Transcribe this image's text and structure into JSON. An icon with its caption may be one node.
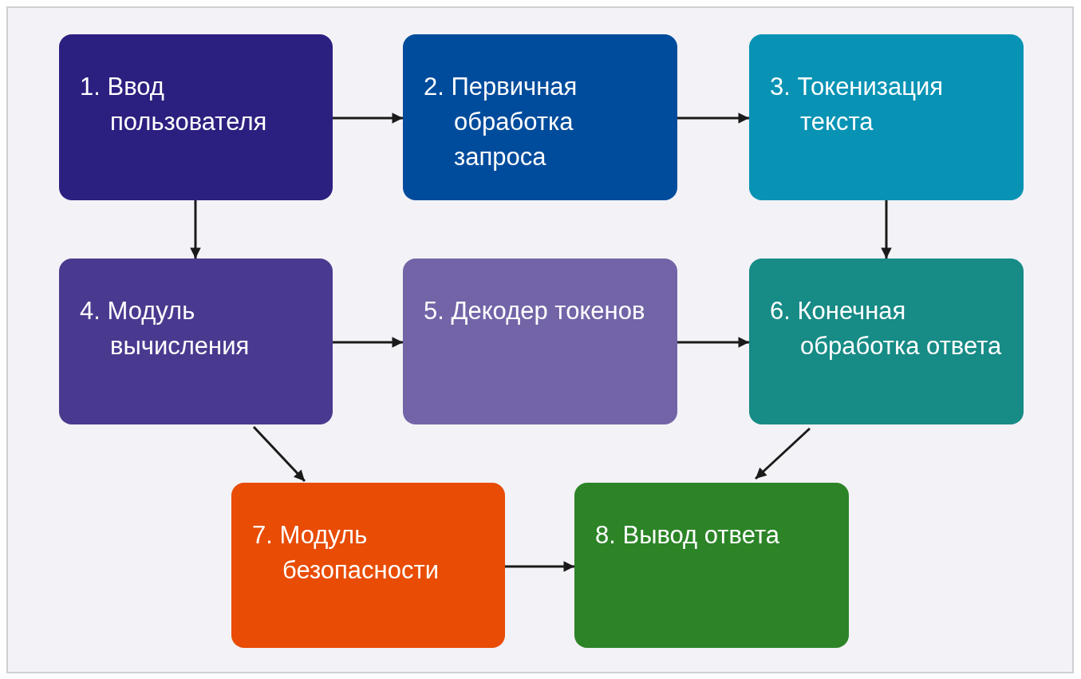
{
  "diagram": {
    "nodes": [
      {
        "text": [
          "1. Ввод пользователя"
        ]
      },
      {
        "text": [
          "2. Первичная обработка запроса"
        ]
      },
      {
        "text": [
          "3. Токенизация текста"
        ]
      },
      {
        "text": [
          "4. Модуль вычисления"
        ]
      },
      {
        "text": [
          "5. Декодер токенов"
        ]
      },
      {
        "text": [
          "6. Конечная обработка ответа"
        ]
      },
      {
        "text": [
          "7. Модуль безопасности"
        ]
      },
      {
        "text": [
          "8. Вывод ответа"
        ]
      }
    ],
    "edges": [
      {
        "from": 0,
        "to": 1,
        "arrow": "to"
      },
      {
        "from": 1,
        "to": 2,
        "arrow": "to"
      },
      {
        "from": 0,
        "to": 3,
        "arrow": "to"
      },
      {
        "from": 2,
        "to": 5,
        "arrow": "to"
      },
      {
        "from": 3,
        "to": 4,
        "arrow": "to"
      },
      {
        "from": 4,
        "to": 5,
        "arrow": "to"
      },
      {
        "from": 3,
        "to": 6,
        "arrow": "to"
      },
      {
        "from": 5,
        "to": 7,
        "arrow": "to"
      },
      {
        "from": 6,
        "to": 7,
        "arrow": "to"
      }
    ]
  }
}
